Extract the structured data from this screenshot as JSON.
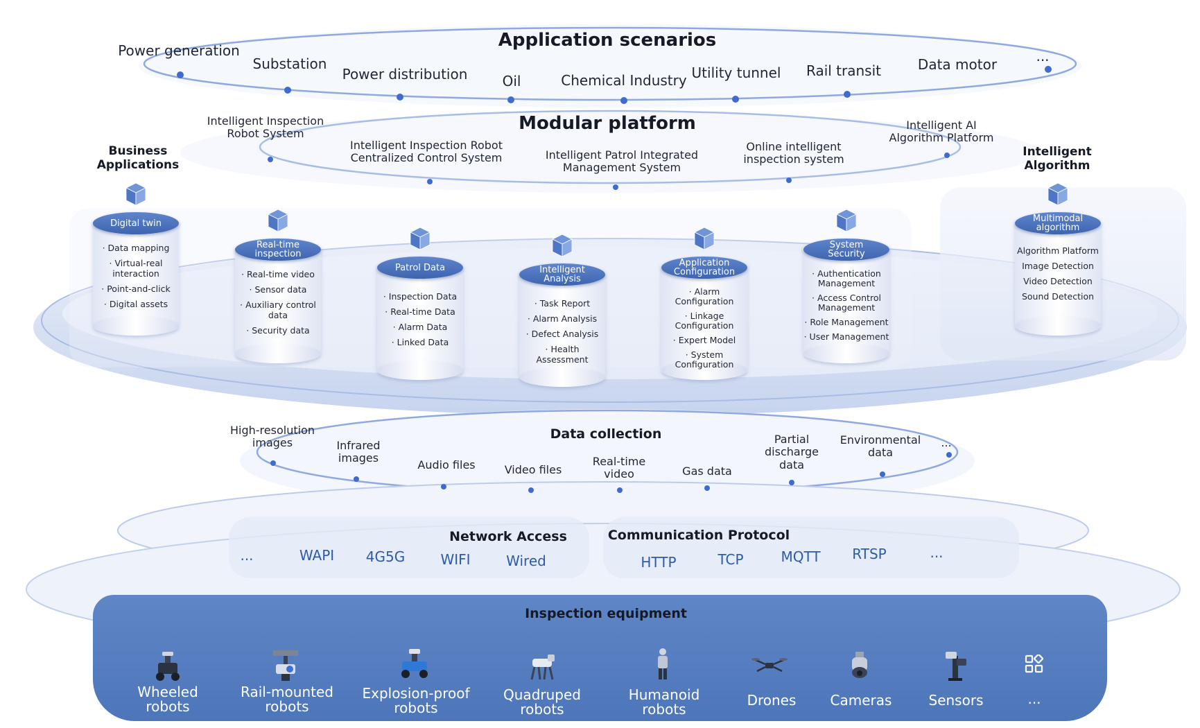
{
  "application_scenarios": {
    "title": "Application scenarios",
    "items": [
      "Power generation",
      "Substation",
      "Power distribution",
      "Oil",
      "Chemical Industry",
      "Utility tunnel",
      "Rail transit",
      "Data motor",
      "..."
    ]
  },
  "modular_platform": {
    "title": "Modular platform",
    "items": [
      "Intelligent Inspection\nRobot System",
      "Intelligent Inspection Robot\nCentralized Control System",
      "Intelligent Patrol Integrated\nManagement System",
      "Online intelligent\ninspection system",
      "Intelligent AI\nAlgorithm Platform"
    ],
    "business_applications": "Business\nApplications",
    "intelligent_algorithm": "Intelligent\nAlgorithm"
  },
  "modules": [
    {
      "title": "Digital twin",
      "items": [
        "· Data mapping",
        "· Virtual-real\ninteraction",
        "· Point-and-click",
        "· Digital assets"
      ]
    },
    {
      "title": "Real-time\ninspection",
      "items": [
        "· Real-time video",
        "· Sensor data",
        "· Auxiliary control\ndata",
        "· Security data"
      ]
    },
    {
      "title": "Patrol Data",
      "items": [
        "· Inspection Data",
        "· Real-time Data",
        "· Alarm Data",
        "· Linked Data"
      ]
    },
    {
      "title": "Intelligent\nAnalysis",
      "items": [
        "· Task Report",
        "· Alarm Analysis",
        "· Defect Analysis",
        "· Health\nAssessment"
      ]
    },
    {
      "title": "Application\nConfiguration",
      "items": [
        "· Alarm\nConfiguration",
        "· Linkage\nConfiguration",
        "· Expert Model",
        "· System\nConfiguration"
      ]
    },
    {
      "title": "System\nSecurity",
      "items": [
        "· Authentication\nManagement",
        "· Access Control\nManagement",
        "· Role Management",
        "· User Management"
      ]
    },
    {
      "title": "Multimodal\nalgorithm",
      "items": [
        "Algorithm Platform",
        "Image Detection",
        "Video Detection",
        "Sound Detection"
      ]
    }
  ],
  "data_collection": {
    "title": "Data collection",
    "items": [
      "High-resolution\nimages",
      "Infrared\nimages",
      "Audio files",
      "Video files",
      "Real-time\nvideo",
      "Gas data",
      "Partial\ndischarge\ndata",
      "Environmental\ndata",
      "..."
    ]
  },
  "network_access": {
    "title": "Network Access",
    "items": [
      "...",
      "WAPI",
      "4G5G",
      "WIFI",
      "Wired"
    ]
  },
  "communication_protocol": {
    "title": "Communication Protocol",
    "items": [
      "HTTP",
      "TCP",
      "MQTT",
      "RTSP",
      "..."
    ]
  },
  "inspection_equipment": {
    "title": "Inspection equipment",
    "items": [
      {
        "label": "Wheeled\nrobots",
        "icon": "wheeled-robot-icon"
      },
      {
        "label": "Rail-mounted\nrobots",
        "icon": "rail-robot-icon"
      },
      {
        "label": "Explosion-proof\nrobots",
        "icon": "explosion-proof-robot-icon"
      },
      {
        "label": "Quadruped\nrobots",
        "icon": "quadruped-robot-icon"
      },
      {
        "label": "Humanoid\nrobots",
        "icon": "humanoid-robot-icon"
      },
      {
        "label": "Drones",
        "icon": "drone-icon"
      },
      {
        "label": "Cameras",
        "icon": "camera-icon"
      },
      {
        "label": "Sensors",
        "icon": "sensor-icon"
      },
      {
        "label": "...",
        "icon": "grid-icon"
      }
    ]
  },
  "colors": {
    "accent": "#3f6bd0",
    "panel": "#4f78bd",
    "ring": "#8fa9e0"
  }
}
